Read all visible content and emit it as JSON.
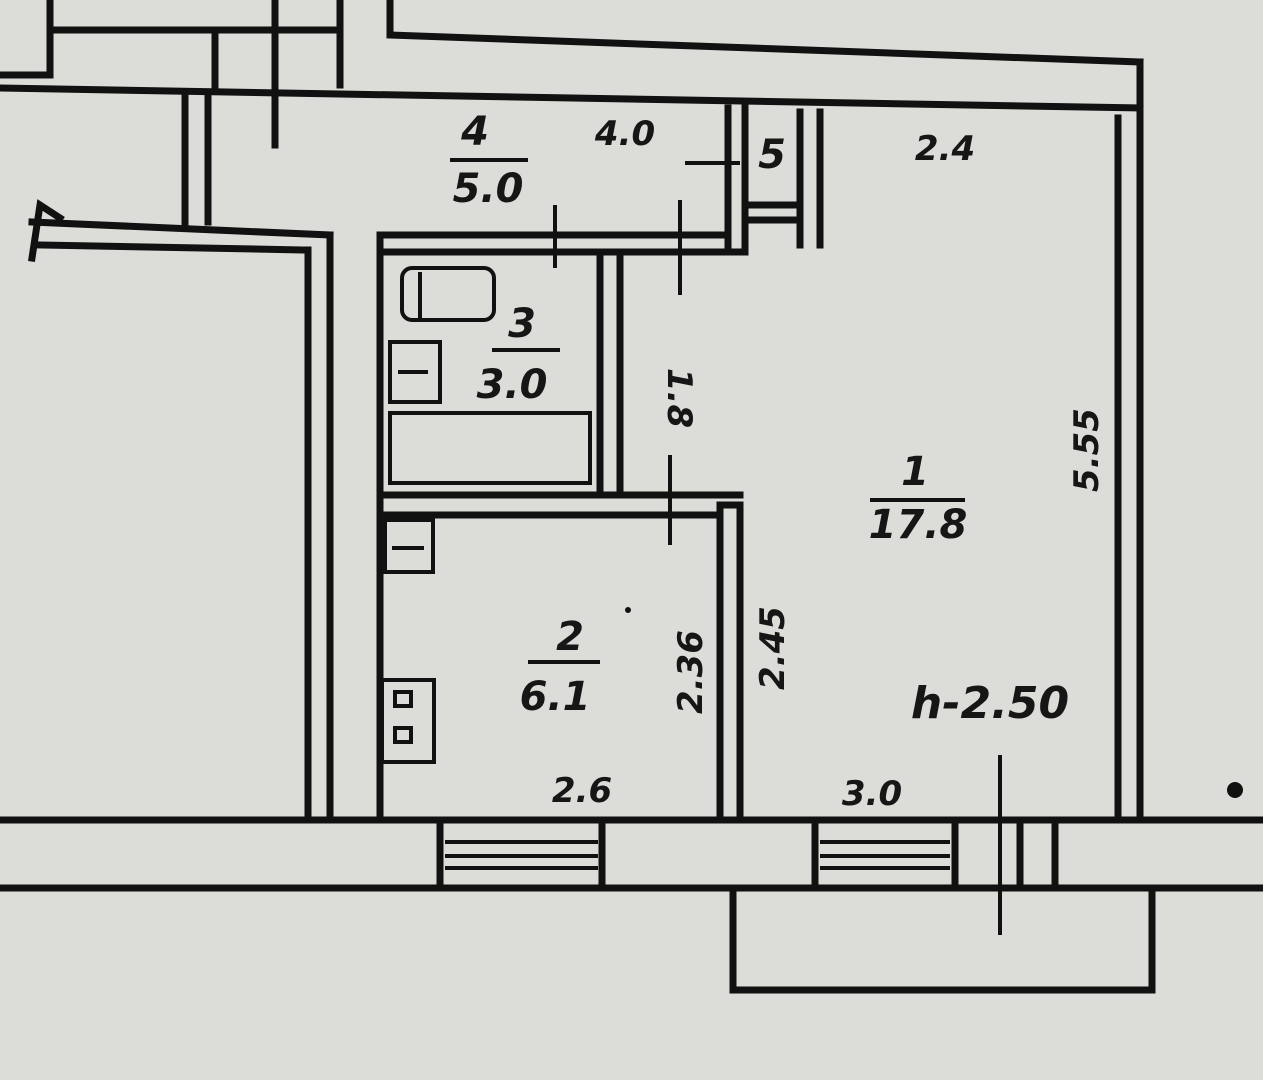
{
  "rooms": [
    {
      "number": "1",
      "area": "17.8"
    },
    {
      "number": "2",
      "area": "6.1"
    },
    {
      "number": "3",
      "area": "3.0"
    },
    {
      "number": "4",
      "area": "5.0"
    },
    {
      "number": "5"
    }
  ],
  "dimensions": {
    "corridor_length": "4.0",
    "room1_top": "2.4",
    "room1_side": "5.55",
    "room1_bottom": "3.0",
    "bathroom_side": "1.8",
    "kitchen_bottom": "2.6",
    "kitchen_side": "2.36",
    "room1_inner_side": "2.45"
  },
  "ceiling_height": "h-2.50"
}
